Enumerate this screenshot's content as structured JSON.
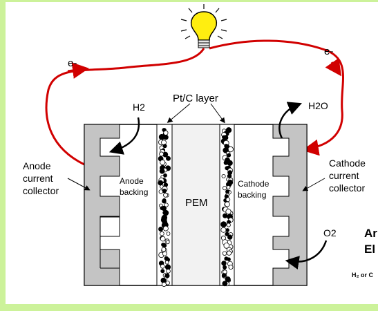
{
  "labels": {
    "electron_left": "e-",
    "electron_right": "e-",
    "ptc_layer": "Pt/C layer",
    "hydrogen": "H2",
    "water": "H2O",
    "oxygen": "O2",
    "anode_collector": [
      "Anode",
      "current",
      "collector"
    ],
    "cathode_collector": [
      "Cathode",
      "current",
      "collector"
    ],
    "anode_backing": [
      "Anode",
      "backing"
    ],
    "cathode_backing": [
      "Cathode",
      "backing"
    ],
    "pem": "PEM"
  },
  "cropped_text": {
    "line1": "Ar",
    "line2": "El",
    "line3": "H₂ or C"
  },
  "colors": {
    "frame": "#ccf29a",
    "wire": "#d10000",
    "collector": "#c4c4c4",
    "bulb": "#ffee10"
  },
  "icons": [
    "light-bulb-icon"
  ]
}
